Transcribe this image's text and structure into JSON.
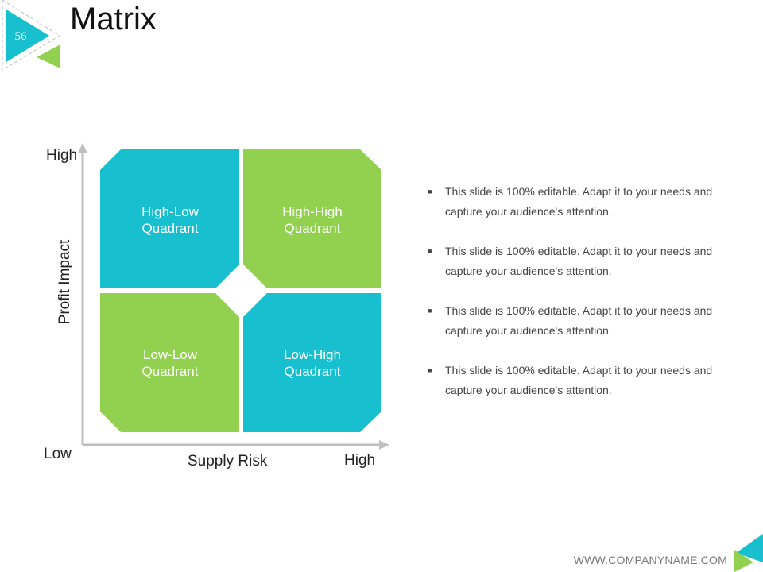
{
  "slide": {
    "number": "56",
    "title": "Matrix"
  },
  "colors": {
    "teal": "#17BFCF",
    "green": "#92D050",
    "axis": "#BFBFBF"
  },
  "matrix": {
    "y_axis": {
      "title": "Profit Impact",
      "high": "High",
      "low": "Low"
    },
    "x_axis": {
      "title": "Supply Risk",
      "high": "High"
    },
    "quadrants": {
      "top_left": {
        "line1": "High-Low",
        "line2": "Quadrant"
      },
      "top_right": {
        "line1": "High-High",
        "line2": "Quadrant"
      },
      "bottom_left": {
        "line1": "Low-Low",
        "line2": "Quadrant"
      },
      "bottom_right": {
        "line1": "Low-High",
        "line2": "Quadrant"
      }
    }
  },
  "bullets": [
    {
      "line1": "This slide is 100% editable. Adapt it to your needs and",
      "line2": "capture your audience's attention."
    },
    {
      "line1": "This slide is 100% editable. Adapt it to your needs and",
      "line2": "capture your audience's attention."
    },
    {
      "line1": "This slide is 100% editable. Adapt it to your needs and",
      "line2": "capture your audience's attention."
    },
    {
      "line1": "This slide is 100% editable. Adapt it to your needs and",
      "line2": "capture your audience's attention."
    }
  ],
  "footer": {
    "website": "WWW.COMPANYNAME.COM"
  }
}
